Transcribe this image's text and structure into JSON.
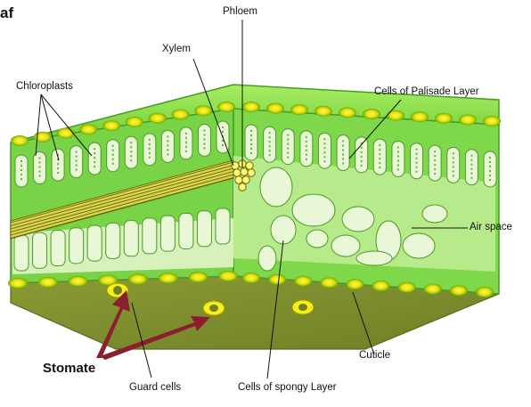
{
  "diagram": {
    "title": "af",
    "labels": {
      "phloem": "Phloem",
      "xylem": "Xylem",
      "chloroplasts": "Chloroplasts",
      "palisade": "Cells of Palisade Layer",
      "air_space": "Air space",
      "cuticle": "Cuticle",
      "stomate": "Stomate",
      "guard_cells": "Guard cells",
      "spongy": "Cells of spongy Layer"
    },
    "colors": {
      "leaf_green": "#8ee04a",
      "leaf_dark": "#4aa52a",
      "cell_fill": "#eaf7d6",
      "chloroplast": "#f2e800",
      "floor": "#7c8c2e",
      "arrow": "#8b1e2f"
    }
  }
}
